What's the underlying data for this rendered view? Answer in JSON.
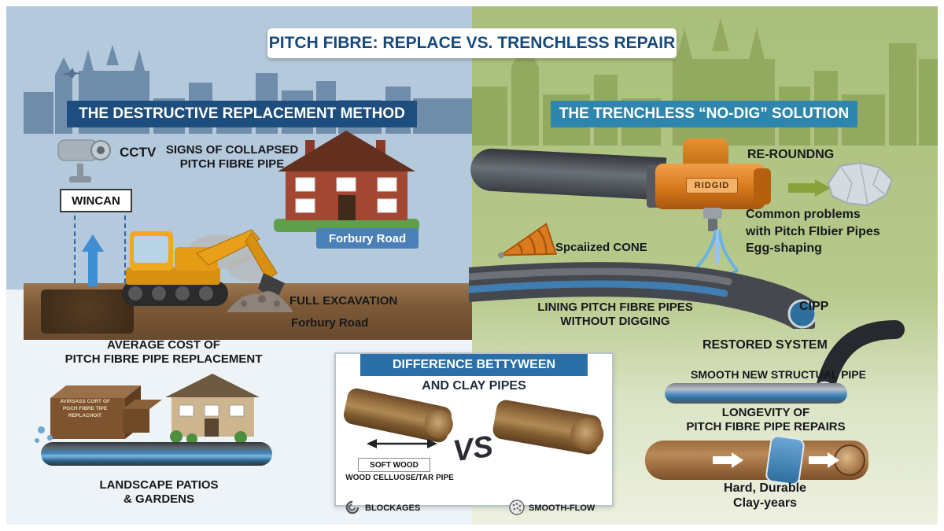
{
  "title": "PITCH FIBRE: REPLACE VS. TRENCHLESS REPAIR",
  "left": {
    "header": "THE DESTRUCTIVE REPLACEMENT METHOD",
    "cctv_label": "CCTV",
    "wincan_label": "WINCAN",
    "signs": {
      "line1": "SIGNS OF COLLAPSED",
      "line2": "PITCH FIBRE PIPE"
    },
    "road_badge": "Forbury Road",
    "full_excavation": "FULL EXCAVATION",
    "road_text": "Forbury Road",
    "cost": {
      "line1": "AVERAGE COST OF",
      "line2": "PITCH FIBRE PIPE REPLACEMENT"
    },
    "bricks": {
      "line1": "AVIRSASS CORT OF",
      "line2": "PGCH FIBRE TIPE",
      "line3": "REPLACHOIT"
    },
    "landscape": {
      "line1": "LANDSCAPE PATIOS",
      "line2": "& GARDENS"
    }
  },
  "center": {
    "header": "DIFFERENCE BETTYWEEN",
    "subtitle": "AND CLAY PIPES",
    "vs": "VS",
    "soft_wood": "SOFT WOOD",
    "wood_pipe": "WOOD CELLUOSE/TAR PIPE",
    "blockages": "BLOCKAGES",
    "smooth_flow": "SMOOTH-FLOW"
  },
  "right": {
    "header": "THE TRENCHLESS “NO-DIG” SOLUTION",
    "ridgid_label": "RIDGID",
    "rerounding_label": "RE-ROUNDNG",
    "problems": {
      "line1": "Common problems",
      "line2": "with Pitch FIbier Pipes",
      "line3": "Egg-shaping"
    },
    "cone_label": "Spcaiized CONE",
    "lining": {
      "line1": "LINING PITCH FIBRE PIPES",
      "line2": "WITHOUT DIGGING"
    },
    "cipp_label": "CIPP",
    "restored_label": "RESTORED SYSTEM",
    "smooth_pipe_label": "SMOOTH NEW STRUCTUAL PIPE",
    "longevity": {
      "line1": "LONGEVITY OF",
      "line2": "PITCH FIBRE PIPE REPAIRS"
    },
    "clay": {
      "line1": "Hard, Durable",
      "line2": "Clay-years"
    }
  },
  "colors": {
    "left_header_bg": "#1d4e7e",
    "right_header_bg": "#2f86ad",
    "title_text": "#17497b",
    "accent_blue": "#3f86c2",
    "machine_orange": "#d97b1e",
    "ground_brown": "#7c5a38",
    "sky_blue": "#b4c9db",
    "grass_green": "#aabf7c"
  }
}
